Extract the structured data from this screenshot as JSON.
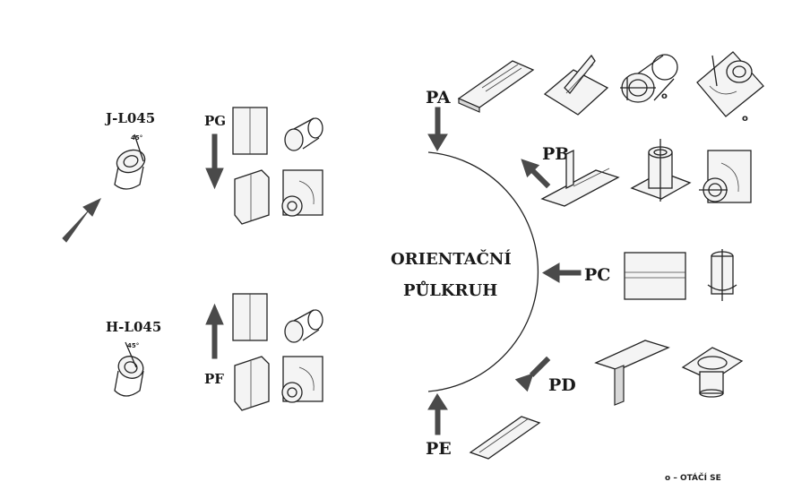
{
  "title_line1": "ORIENTAČNÍ",
  "title_line2": "PŮLKRUH",
  "positions": {
    "pa": "PA",
    "pb": "PB",
    "pc": "PC",
    "pd": "PD",
    "pe": "PE",
    "pg": "PG",
    "pf": "PF"
  },
  "pipe_labels": {
    "j": "J-L045",
    "h": "H-L045",
    "angle": "45°"
  },
  "rotation_marks": {
    "mark1": "o",
    "mark2": "o"
  },
  "footnote": "o – OTÁČÍ SE"
}
